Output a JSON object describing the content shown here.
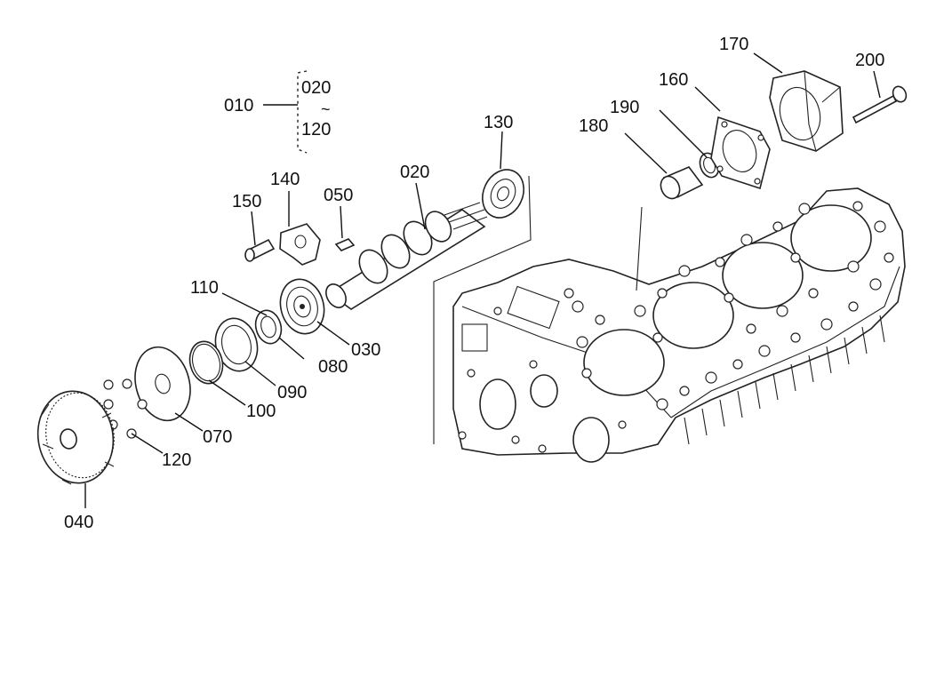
{
  "callouts": [
    {
      "id": "010",
      "text": "010"
    },
    {
      "id": "020a",
      "text": "020"
    },
    {
      "id": "tilde",
      "text": "~"
    },
    {
      "id": "120a",
      "text": "120"
    },
    {
      "id": "020",
      "text": "020"
    },
    {
      "id": "030",
      "text": "030"
    },
    {
      "id": "040",
      "text": "040"
    },
    {
      "id": "050",
      "text": "050"
    },
    {
      "id": "070",
      "text": "070"
    },
    {
      "id": "080",
      "text": "080"
    },
    {
      "id": "090",
      "text": "090"
    },
    {
      "id": "100",
      "text": "100"
    },
    {
      "id": "110",
      "text": "110"
    },
    {
      "id": "120",
      "text": "120"
    },
    {
      "id": "130",
      "text": "130"
    },
    {
      "id": "140",
      "text": "140"
    },
    {
      "id": "150",
      "text": "150"
    },
    {
      "id": "160",
      "text": "160"
    },
    {
      "id": "170",
      "text": "170"
    },
    {
      "id": "180",
      "text": "180"
    },
    {
      "id": "190",
      "text": "190"
    },
    {
      "id": "200",
      "text": "200"
    }
  ]
}
